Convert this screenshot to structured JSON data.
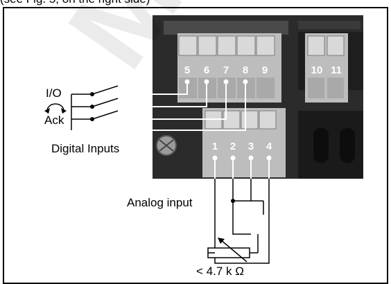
{
  "header_text": "(see Fig. 5, on the right side)",
  "labels": {
    "io": "I/O",
    "ack": "Ack",
    "digital_inputs": "Digital Inputs",
    "analog_input": "Analog input",
    "resistance": "< 4.7 k Ω"
  },
  "top_terminals": [
    "5",
    "6",
    "7",
    "8",
    "9"
  ],
  "right_terminals": [
    "10",
    "11"
  ],
  "bottom_terminals": [
    "1",
    "2",
    "3",
    "4"
  ],
  "watermark": "ManualsLib"
}
